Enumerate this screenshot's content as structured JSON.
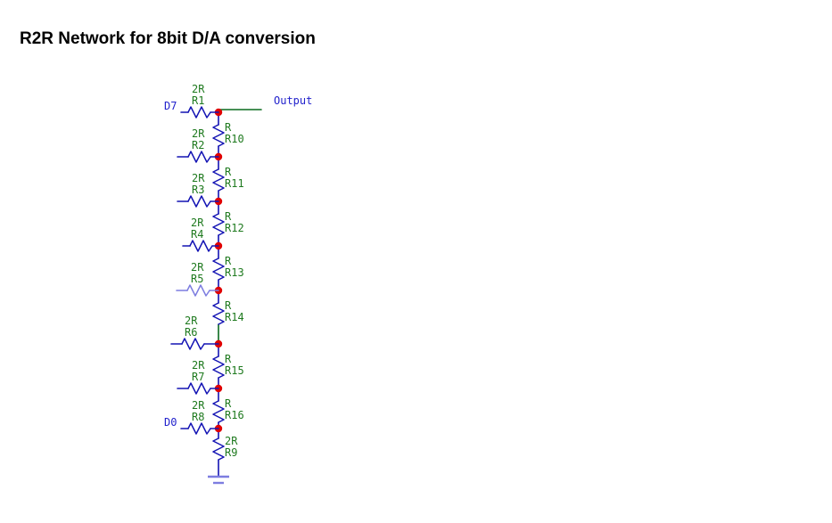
{
  "page": {
    "title": "R2R Network for 8bit D/A conversion",
    "background": "#ffffff"
  },
  "colors": {
    "wire": "#1414b4",
    "wire_light": "#7d7de0",
    "output_wire": "#0a6b1e",
    "node": "#e00000",
    "value_label": "#1f7a1f",
    "pin_label": "#2222cc",
    "title": "#000000"
  },
  "schematic": {
    "type": "r2r-ladder",
    "output_label": "Output",
    "input_labels": {
      "top": "D7",
      "bottom": "D0"
    },
    "ground_symbol": "gnd-icon",
    "series_resistors": [
      {
        "ref": "R1",
        "value": "2R",
        "orientation": "horizontal",
        "node": 1
      },
      {
        "ref": "R2",
        "value": "2R",
        "orientation": "horizontal",
        "node": 2
      },
      {
        "ref": "R3",
        "value": "2R",
        "orientation": "horizontal",
        "node": 3
      },
      {
        "ref": "R4",
        "value": "2R",
        "orientation": "horizontal",
        "node": 4
      },
      {
        "ref": "R5",
        "value": "2R",
        "orientation": "horizontal",
        "node": 5
      },
      {
        "ref": "R6",
        "value": "2R",
        "orientation": "horizontal",
        "node": 6
      },
      {
        "ref": "R7",
        "value": "2R",
        "orientation": "horizontal",
        "node": 7
      },
      {
        "ref": "R8",
        "value": "2R",
        "orientation": "horizontal",
        "node": 8
      }
    ],
    "ladder_resistors": [
      {
        "ref": "R10",
        "value": "R",
        "orientation": "vertical",
        "between": [
          1,
          2
        ]
      },
      {
        "ref": "R11",
        "value": "R",
        "orientation": "vertical",
        "between": [
          2,
          3
        ]
      },
      {
        "ref": "R12",
        "value": "R",
        "orientation": "vertical",
        "between": [
          3,
          4
        ]
      },
      {
        "ref": "R13",
        "value": "R",
        "orientation": "vertical",
        "between": [
          4,
          5
        ]
      },
      {
        "ref": "R14",
        "value": "R",
        "orientation": "vertical",
        "between": [
          5,
          6
        ]
      },
      {
        "ref": "R15",
        "value": "R",
        "orientation": "vertical",
        "between": [
          6,
          7
        ]
      },
      {
        "ref": "R16",
        "value": "R",
        "orientation": "vertical",
        "between": [
          7,
          8
        ]
      }
    ],
    "terminating_resistor": {
      "ref": "R9",
      "value": "2R",
      "orientation": "vertical",
      "to": "ground"
    }
  }
}
